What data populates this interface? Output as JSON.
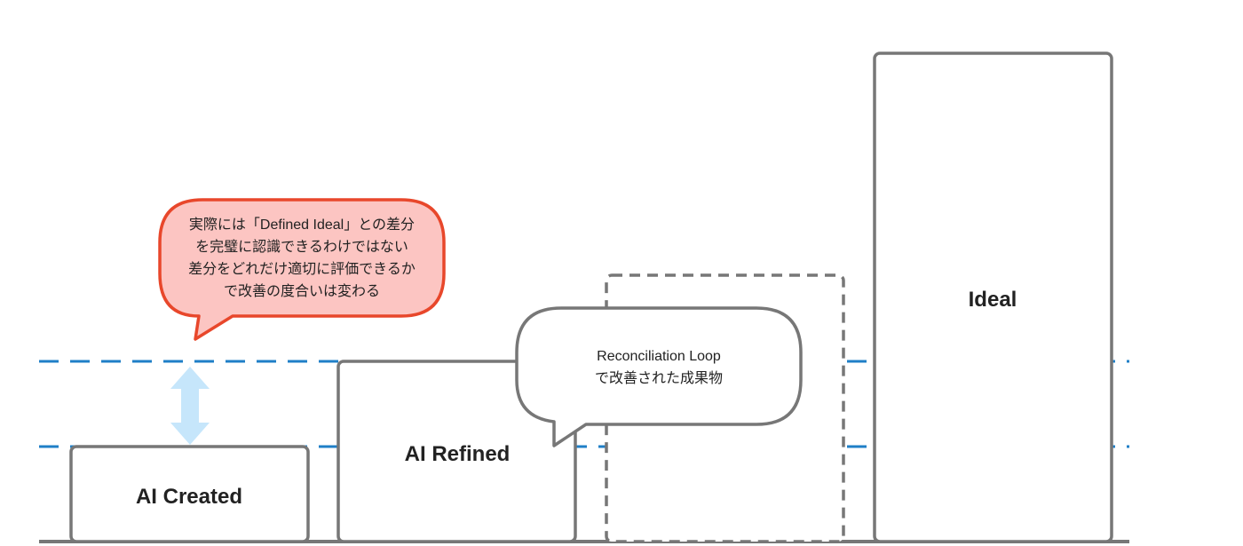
{
  "diagram": {
    "boxes": [
      {
        "id": "ai-created",
        "label": "AI Created",
        "style": "solid"
      },
      {
        "id": "ai-refined",
        "label": "AI Refined",
        "style": "solid"
      },
      {
        "id": "dashed-box",
        "label": "",
        "style": "dashed"
      },
      {
        "id": "ideal",
        "label": "Ideal",
        "style": "solid"
      }
    ],
    "callout_difference": {
      "lines": [
        "実際には「Defined Ideal」との差分",
        "を完璧に認識できるわけではない",
        "差分をどれだけ適切に評価できるか",
        "で改善の度合いは変わる"
      ]
    },
    "callout_loop": {
      "lines": [
        "Reconciliation Loop",
        "で改善された成果物"
      ]
    },
    "colors": {
      "box_stroke": "#777777",
      "baseline": "#777777",
      "guide_line": "#1f7fc7",
      "arrow_fill": "#c6e6fb",
      "callout_fill": "#fcc5c2",
      "callout_stroke": "#e8472b",
      "text": "#222222"
    }
  }
}
